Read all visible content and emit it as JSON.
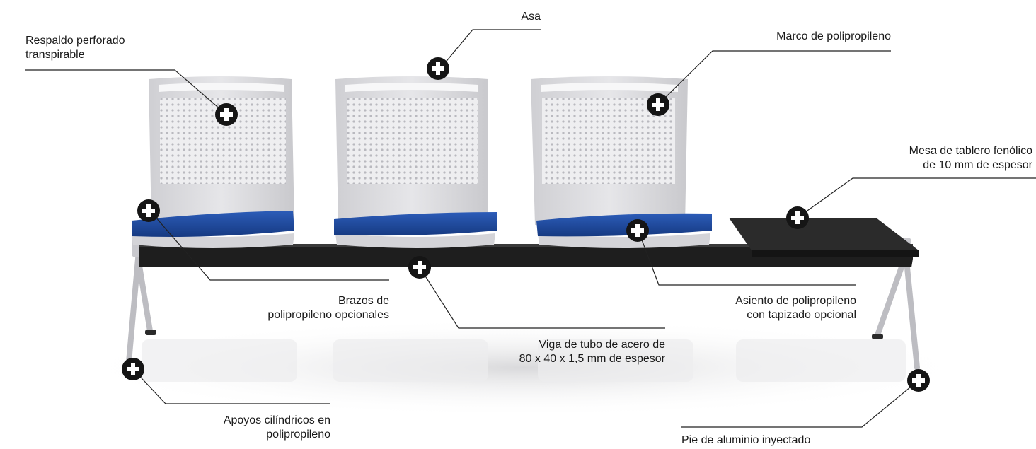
{
  "colors": {
    "frame": "#d7d7da",
    "cushion": "#1f4a9c",
    "beam": "#1e1e1e",
    "table": "#2b2b2b",
    "hotspot": "#151515",
    "leader": "#222222"
  },
  "callouts": {
    "respaldo": [
      "Respaldo perforado",
      "transpirable"
    ],
    "asa": [
      "Asa"
    ],
    "marco": [
      "Marco de polipropileno"
    ],
    "mesa": [
      "Mesa de tablero fenólico",
      "de 10 mm de espesor"
    ],
    "brazos": [
      "Brazos de",
      "polipropileno opcionales"
    ],
    "asiento": [
      "Asiento de polipropileno",
      "con tapizado opcional"
    ],
    "viga": [
      "Viga de tubo de acero de",
      "80 x 40 x 1,5 mm de espesor"
    ],
    "apoyos": [
      "Apoyos cilíndricos en",
      "polipropileno"
    ],
    "pie": [
      "Pie de aluminio inyectado"
    ]
  },
  "hotspot_icon": "plus-circle-icon"
}
